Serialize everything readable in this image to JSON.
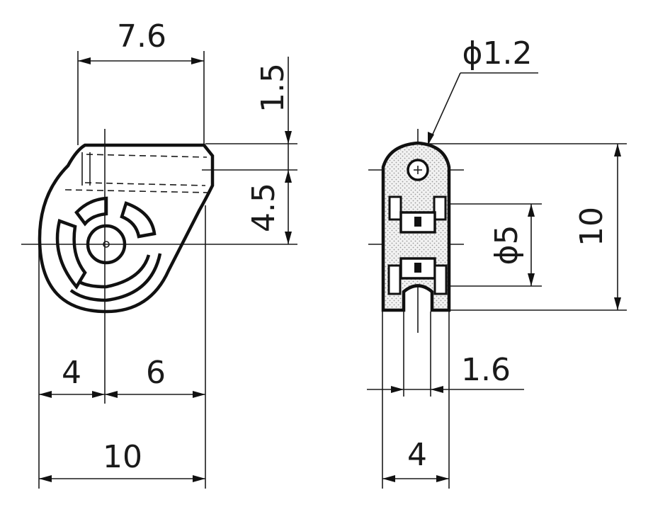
{
  "drawing": {
    "front_view": {
      "dimensions": {
        "top_width": "7.6",
        "top_offset": "1.5",
        "center_height": "4.5",
        "left_to_center": "4",
        "center_to_right": "6",
        "overall_width": "10"
      }
    },
    "side_view": {
      "dimensions": {
        "hole_diameter": "ϕ1.2",
        "bore_diameter": "ϕ5",
        "overall_height": "10",
        "groove_width": "1.6",
        "overall_thickness": "4"
      }
    }
  }
}
